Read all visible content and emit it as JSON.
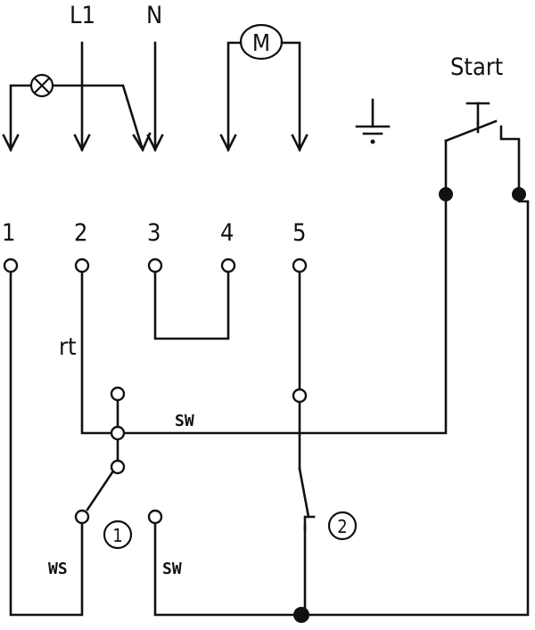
{
  "supply": {
    "line": "L1",
    "neutral": "N"
  },
  "motor": {
    "symbol": "M"
  },
  "start_button": {
    "label": "Start"
  },
  "terminals": [
    "1",
    "2",
    "3",
    "4",
    "5"
  ],
  "wire_labels": {
    "rt": "rt",
    "sw_top": "SW",
    "ws": "WS",
    "sw_bottom": "SW"
  },
  "switch_markers": {
    "one": "1",
    "two": "2"
  },
  "icons": [
    "lamp-icon",
    "motor-icon",
    "ground-icon",
    "pushbutton-icon"
  ]
}
